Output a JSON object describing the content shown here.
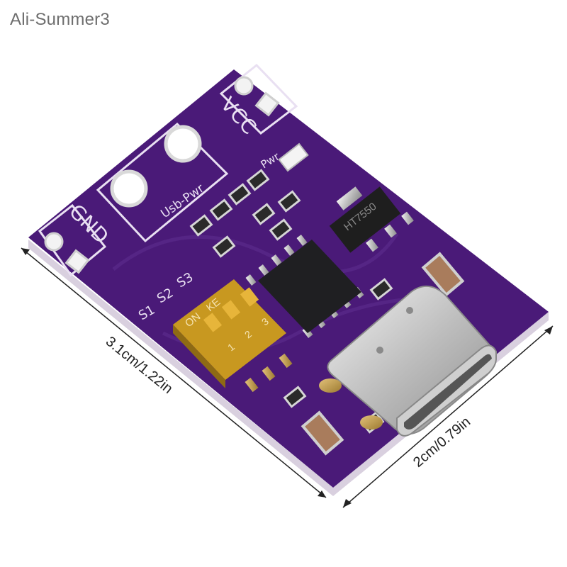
{
  "watermark": "Ali-Summer3",
  "board": {
    "color": "#4a1a78",
    "labels": {
      "vcc": "VCC",
      "gnd": "GND",
      "usb_pwr": "Usb-Pwr",
      "pwr": "Pwr",
      "s1": "S1",
      "s2": "S2",
      "s3": "S3",
      "switch_on": "ON",
      "switch_ke": "KE",
      "switch_1": "1",
      "switch_2": "2",
      "switch_3": "3",
      "regulator": "HT7550"
    }
  },
  "dimensions": {
    "length": "3.1cm/1.22in",
    "width": "2cm/0.79in"
  }
}
